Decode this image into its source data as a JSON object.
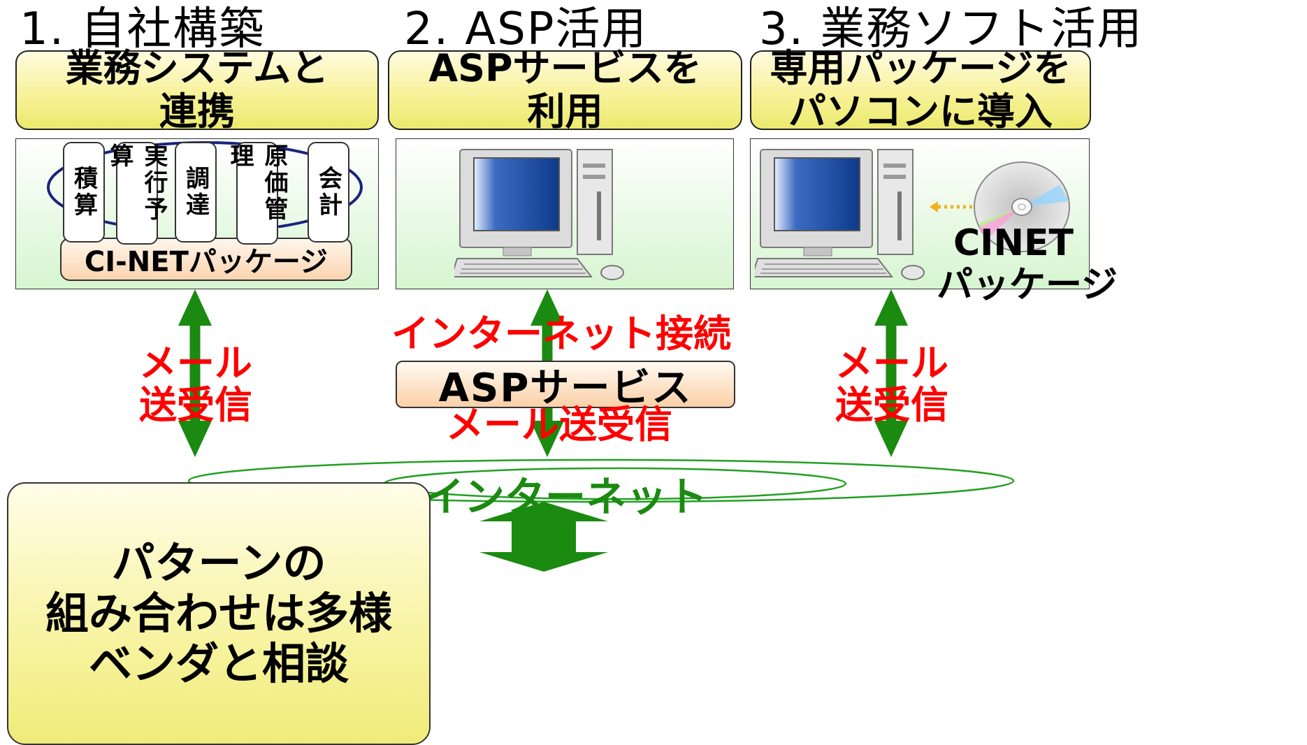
{
  "headings": [
    "1. 自社構築",
    "2. ASP活用",
    "3. 業務ソフト活用"
  ],
  "col1": {
    "title_line1": "業務システムと",
    "title_line2": "連携",
    "modules": [
      "積算",
      "実行予算",
      "調達",
      "原価管理",
      "会計"
    ],
    "package_label": "CI-NETパッケージ",
    "mail_line1": "メール",
    "mail_line2": "送受信"
  },
  "col2": {
    "title_line1": "ASPサービスを",
    "title_line2": "利用",
    "internet_connection": "インターネット接続",
    "asp_service": "ASPサービス",
    "mail": "メール送受信"
  },
  "col3": {
    "title_line1": "専用パッケージを",
    "title_line2": "パソコンに導入",
    "cinet_line1": "CINET",
    "cinet_line2": "パッケージ",
    "mail_line1": "メール",
    "mail_line2": "送受信"
  },
  "internet_label": "インターネット",
  "pattern": {
    "line1": "パターンの",
    "line2": "組み合わせは多様",
    "line3": "ベンダと相談"
  },
  "colors": {
    "red": "#ff0000",
    "arrow_green": "#1a8a10",
    "ring_green": "#22a022",
    "oval_navy": "#1a237e"
  }
}
